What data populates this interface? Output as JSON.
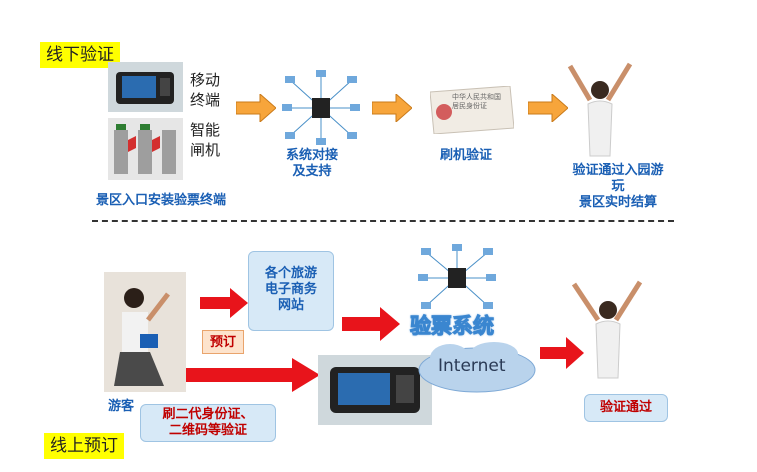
{
  "offline": {
    "section_label": "线下验证",
    "device_labels": [
      "移动\n终端",
      "智能\n闸机"
    ],
    "caption_install": "景区入口安装验票终端",
    "caption_system": "系统对接\n及支持",
    "caption_swipe": "刷机验证",
    "caption_pass": "验证通过入园游\n玩\n景区实时结算",
    "id_card_text": "中华人民共和国\n居民身份证"
  },
  "online": {
    "section_label": "线上预订",
    "sites_label": "各个旅游\n电子商务\n网站",
    "book_label": "预订",
    "ticket_system_label": "验票系统",
    "internet_label": "Internet",
    "tourist_label": "游客",
    "verify_method_label": "刷二代身份证、\n二维码等验证",
    "pass_label": "验证通过"
  },
  "colors": {
    "highlight": "#ffff00",
    "text_blue": "#1a5fb4",
    "text_red": "#c00000",
    "arrow_orange": "#f7a53b",
    "arrow_red": "#e8141b"
  }
}
